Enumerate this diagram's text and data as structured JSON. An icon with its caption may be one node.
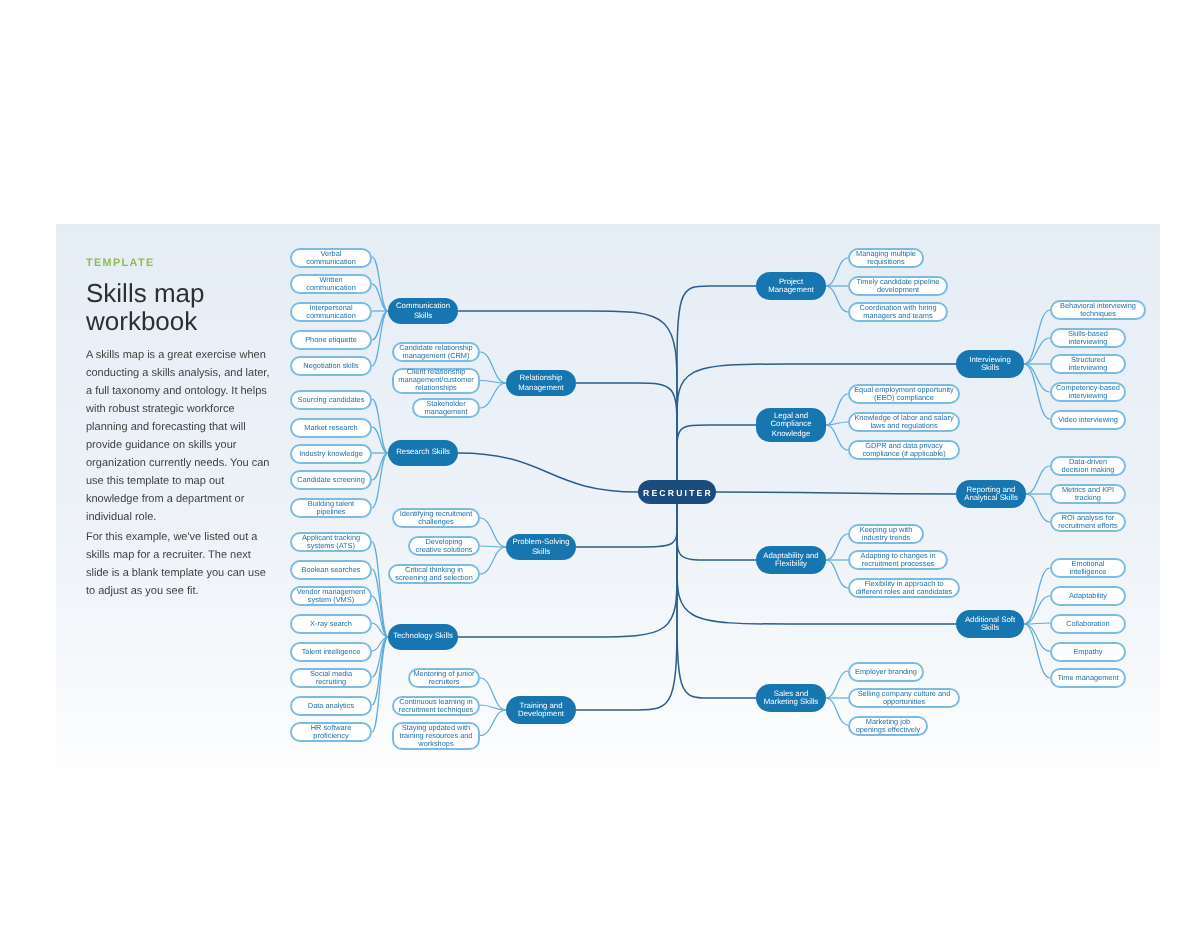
{
  "diagram": {
    "title": "Skills map workbook",
    "nodes": [
      {
        "text": [
          "RECRUITER"
        ]
      },
      {
        "text": [
          "Communication Skills"
        ]
      },
      {
        "text": [
          "Verbal communication"
        ]
      },
      {
        "text": [
          "Written communication"
        ]
      },
      {
        "text": [
          "Interpersonal communication"
        ]
      },
      {
        "text": [
          "Phone etiquette"
        ]
      },
      {
        "text": [
          "Negotiation skills"
        ]
      },
      {
        "text": [
          "Relationship Management"
        ]
      },
      {
        "text": [
          "Candidate relationship management (CRM)"
        ]
      },
      {
        "text": [
          "Client relationship management/customer relationships"
        ]
      },
      {
        "text": [
          "Stakeholder management"
        ]
      },
      {
        "text": [
          "Research Skills"
        ]
      },
      {
        "text": [
          "Sourcing candidates"
        ]
      },
      {
        "text": [
          "Market research"
        ]
      },
      {
        "text": [
          "Industry knowledge"
        ]
      },
      {
        "text": [
          "Candidate screening"
        ]
      },
      {
        "text": [
          "Building talent pipelines"
        ]
      },
      {
        "text": [
          "Problem-Solving Skills"
        ]
      },
      {
        "text": [
          "Identifying recruitment challenges"
        ]
      },
      {
        "text": [
          "Developing creative solutions"
        ]
      },
      {
        "text": [
          "Critical thinking in screening and selection"
        ]
      },
      {
        "text": [
          "Technology Skills"
        ]
      },
      {
        "text": [
          "Applicant tracking systems (ATS)"
        ]
      },
      {
        "text": [
          "Boolean searches"
        ]
      },
      {
        "text": [
          "Vendor management system (VMS)"
        ]
      },
      {
        "text": [
          "X-ray search"
        ]
      },
      {
        "text": [
          "Talent intelligence"
        ]
      },
      {
        "text": [
          "Social media recruiting"
        ]
      },
      {
        "text": [
          "Data analytics"
        ]
      },
      {
        "text": [
          "HR software proficiency"
        ]
      },
      {
        "text": [
          "Training and Development"
        ]
      },
      {
        "text": [
          "Mentoring of junior recruiters"
        ]
      },
      {
        "text": [
          "Continuous learning in recruitment techniques"
        ]
      },
      {
        "text": [
          "Staying updated with training resources and workshops"
        ]
      },
      {
        "text": [
          "Project Management"
        ]
      },
      {
        "text": [
          "Managing multiple requisitions"
        ]
      },
      {
        "text": [
          "Timely candidate pipeline development"
        ]
      },
      {
        "text": [
          "Coordination with hiring managers and teams"
        ]
      },
      {
        "text": [
          "Interviewing Skills"
        ]
      },
      {
        "text": [
          "Behavioral interviewing techniques"
        ]
      },
      {
        "text": [
          "Skills-based interviewing"
        ]
      },
      {
        "text": [
          "Structured interviewing"
        ]
      },
      {
        "text": [
          "Competency-based interviewing"
        ]
      },
      {
        "text": [
          "Video interviewing"
        ]
      },
      {
        "text": [
          "Legal and Compliance Knowledge"
        ]
      },
      {
        "text": [
          "Equal employment opportunity (EEO) compliance"
        ]
      },
      {
        "text": [
          "Knowledge of labor and salary laws and regulations"
        ]
      },
      {
        "text": [
          "GDPR and data privacy compliance (if applicable)"
        ]
      },
      {
        "text": [
          "Reporting and Analytical Skills"
        ]
      },
      {
        "text": [
          "Data-driven decision making"
        ]
      },
      {
        "text": [
          "Metrics and KPI tracking"
        ]
      },
      {
        "text": [
          "ROI analysis for recruitment efforts"
        ]
      },
      {
        "text": [
          "Adaptability and Flexibility"
        ]
      },
      {
        "text": [
          "Keeping up with industry trends"
        ]
      },
      {
        "text": [
          "Adapting to changes in recruitment processes"
        ]
      },
      {
        "text": [
          "Flexibility in approach to different roles and candidates"
        ]
      },
      {
        "text": [
          "Additional Soft Skills"
        ]
      },
      {
        "text": [
          "Emotional intelligence"
        ]
      },
      {
        "text": [
          "Adaptability"
        ]
      },
      {
        "text": [
          "Collaboration"
        ]
      },
      {
        "text": [
          "Empathy"
        ]
      },
      {
        "text": [
          "Time management"
        ]
      },
      {
        "text": [
          "Sales and Marketing Skills"
        ]
      },
      {
        "text": [
          "Employer branding"
        ]
      },
      {
        "text": [
          "Selling company culture and opportunities"
        ]
      },
      {
        "text": [
          "Marketing job openings effectively"
        ]
      }
    ],
    "edges": [
      {
        "from": 0,
        "to": 1,
        "arrow": "none",
        "color": "#2c5d8c"
      },
      {
        "from": 1,
        "to": 2,
        "arrow": "none"
      },
      {
        "from": 1,
        "to": 3,
        "arrow": "none"
      },
      {
        "from": 1,
        "to": 4,
        "arrow": "none"
      },
      {
        "from": 1,
        "to": 5,
        "arrow": "none"
      },
      {
        "from": 1,
        "to": 6,
        "arrow": "none"
      },
      {
        "from": 0,
        "to": 7,
        "arrow": "none",
        "color": "#2c5d8c"
      },
      {
        "from": 7,
        "to": 8,
        "arrow": "none"
      },
      {
        "from": 7,
        "to": 9,
        "arrow": "none"
      },
      {
        "from": 7,
        "to": 10,
        "arrow": "none"
      },
      {
        "from": 0,
        "to": 11,
        "arrow": "none",
        "color": "#2c5d8c"
      },
      {
        "from": 11,
        "to": 12,
        "arrow": "none"
      },
      {
        "from": 11,
        "to": 13,
        "arrow": "none"
      },
      {
        "from": 11,
        "to": 14,
        "arrow": "none"
      },
      {
        "from": 11,
        "to": 15,
        "arrow": "none"
      },
      {
        "from": 11,
        "to": 16,
        "arrow": "none"
      },
      {
        "from": 0,
        "to": 17,
        "arrow": "none",
        "color": "#2c5d8c"
      },
      {
        "from": 17,
        "to": 18,
        "arrow": "none"
      },
      {
        "from": 17,
        "to": 19,
        "arrow": "none"
      },
      {
        "from": 17,
        "to": 20,
        "arrow": "none"
      },
      {
        "from": 0,
        "to": 21,
        "arrow": "none",
        "color": "#2c5d8c"
      },
      {
        "from": 21,
        "to": 22,
        "arrow": "none"
      },
      {
        "from": 21,
        "to": 23,
        "arrow": "none"
      },
      {
        "from": 21,
        "to": 24,
        "arrow": "none"
      },
      {
        "from": 21,
        "to": 25,
        "arrow": "none"
      },
      {
        "from": 21,
        "to": 26,
        "arrow": "none"
      },
      {
        "from": 21,
        "to": 27,
        "arrow": "none"
      },
      {
        "from": 21,
        "to": 28,
        "arrow": "none"
      },
      {
        "from": 21,
        "to": 29,
        "arrow": "none"
      },
      {
        "from": 0,
        "to": 30,
        "arrow": "none",
        "color": "#2c5d8c"
      },
      {
        "from": 30,
        "to": 31,
        "arrow": "none"
      },
      {
        "from": 30,
        "to": 32,
        "arrow": "none"
      },
      {
        "from": 30,
        "to": 33,
        "arrow": "none"
      },
      {
        "from": 0,
        "to": 34,
        "arrow": "none",
        "color": "#2c5d8c"
      },
      {
        "from": 34,
        "to": 35,
        "arrow": "none"
      },
      {
        "from": 34,
        "to": 36,
        "arrow": "none"
      },
      {
        "from": 34,
        "to": 37,
        "arrow": "none"
      },
      {
        "from": 0,
        "to": 38,
        "arrow": "none",
        "color": "#2c5d8c"
      },
      {
        "from": 38,
        "to": 39,
        "arrow": "none"
      },
      {
        "from": 38,
        "to": 40,
        "arrow": "none"
      },
      {
        "from": 38,
        "to": 41,
        "arrow": "none"
      },
      {
        "from": 38,
        "to": 42,
        "arrow": "none"
      },
      {
        "from": 38,
        "to": 43,
        "arrow": "none"
      },
      {
        "from": 0,
        "to": 44,
        "arrow": "none",
        "color": "#2c5d8c"
      },
      {
        "from": 44,
        "to": 45,
        "arrow": "none"
      },
      {
        "from": 44,
        "to": 46,
        "arrow": "none"
      },
      {
        "from": 44,
        "to": 47,
        "arrow": "none"
      },
      {
        "from": 0,
        "to": 48,
        "arrow": "none",
        "color": "#2c5d8c"
      },
      {
        "from": 48,
        "to": 49,
        "arrow": "none"
      },
      {
        "from": 48,
        "to": 50,
        "arrow": "none"
      },
      {
        "from": 48,
        "to": 51,
        "arrow": "none"
      },
      {
        "from": 0,
        "to": 52,
        "arrow": "none",
        "color": "#2c5d8c"
      },
      {
        "from": 52,
        "to": 53,
        "arrow": "none"
      },
      {
        "from": 52,
        "to": 54,
        "arrow": "none"
      },
      {
        "from": 52,
        "to": 55,
        "arrow": "none"
      },
      {
        "from": 0,
        "to": 56,
        "arrow": "none",
        "color": "#2c5d8c"
      },
      {
        "from": 56,
        "to": 57,
        "arrow": "none"
      },
      {
        "from": 56,
        "to": 58,
        "arrow": "none"
      },
      {
        "from": 56,
        "to": 59,
        "arrow": "none"
      },
      {
        "from": 56,
        "to": 60,
        "arrow": "none"
      },
      {
        "from": 56,
        "to": 61,
        "arrow": "none"
      },
      {
        "from": 0,
        "to": 62,
        "arrow": "none",
        "color": "#2c5d8c"
      },
      {
        "from": 62,
        "to": 63,
        "arrow": "none"
      },
      {
        "from": 62,
        "to": 64,
        "arrow": "none"
      },
      {
        "from": 62,
        "to": 65,
        "arrow": "none"
      }
    ],
    "labels": [
      "TEMPLATE",
      "A skills map is a great exercise when conducting a skills analysis, and later, a full taxonomy and ontology. It helps with robust strategic workforce planning and forecasting that will provide guidance on skills your organization currently needs. You can use this template to map out knowledge from a department or individual role.",
      "For this example, we've listed out a skills map for a recruiter. The next slide is a blank template you can use to adjust as you see fit."
    ]
  }
}
